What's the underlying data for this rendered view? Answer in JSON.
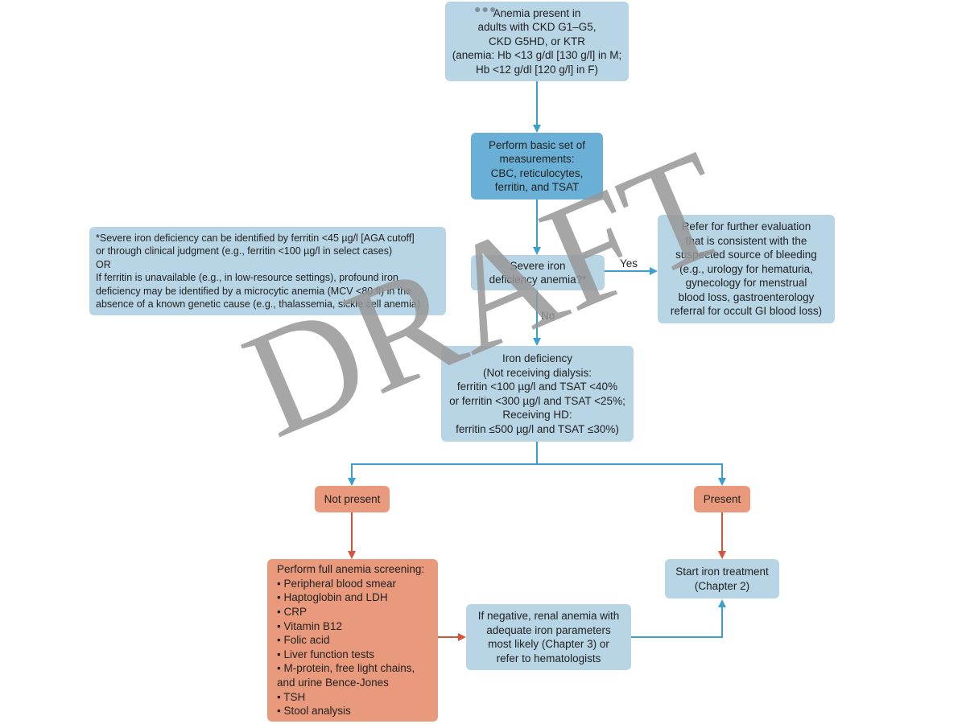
{
  "nodes": {
    "start": "Anemia present in\nadults with CKD G1–G5,\nCKD G5HD, or KTR\n(anemia: Hb <13 g/dl [130 g/l] in M;\nHb <12 g/dl [120 g/l] in F)",
    "measure": "Perform basic set of\nmeasurements:\nCBC, reticulocytes,\nferritin, and TSAT",
    "severe": "Severe iron\ndeficiency anemia?*",
    "refer": "Refer for further evaluation\nthat is consistent with the\nsuspected source of bleeding\n(e.g., urology for hematuria,\ngynecology for menstrual\nblood loss, gastroenterology\nreferral for occult GI blood loss)",
    "note": "*Severe iron deficiency can be identified by ferritin <45 µg/l [AGA cutoff]\nor through clinical judgment (e.g., ferritin <100 µg/l in select cases)\nOR\nIf ferritin is unavailable (e.g., in low-resource settings), profound iron\ndeficiency may be identified by a microcytic anemia (MCV <80 fl) in the\nabsence of a known genetic cause (e.g., thalassemia, sickle cell anemia)",
    "iron_def": "Iron deficiency\n(Not receiving dialysis:\nferritin <100 µg/l and TSAT <40%\nor ferritin <300 µg/l and TSAT <25%;\nReceiving HD:\nferritin ≤500 µg/l and TSAT ≤30%)",
    "not_present": "Not present",
    "present": "Present",
    "screening": "Perform full anemia screening:\n• Peripheral blood smear\n• Haptoglobin and LDH\n• CRP\n• Vitamin B12\n• Folic acid\n• Liver function tests\n• M-protein, free light chains,\n  and urine Bence-Jones\n• TSH\n• Stool analysis",
    "negative": "If negative, renal anemia with\nadequate iron parameters\nmost likely (Chapter 3) or\nrefer to hematologists",
    "iron_treatment": "Start iron treatment\n(Chapter 2)"
  },
  "edge_labels": {
    "yes": "Yes",
    "no": "No"
  },
  "watermark": "DRAFT",
  "colors": {
    "light_box": "#b8d5e5",
    "dark_box": "#6ab0d6",
    "orange_box": "#e99a7c",
    "blue_arrow": "#3aa1cf",
    "red_arrow": "#d9533b",
    "watermark": "#969696"
  }
}
